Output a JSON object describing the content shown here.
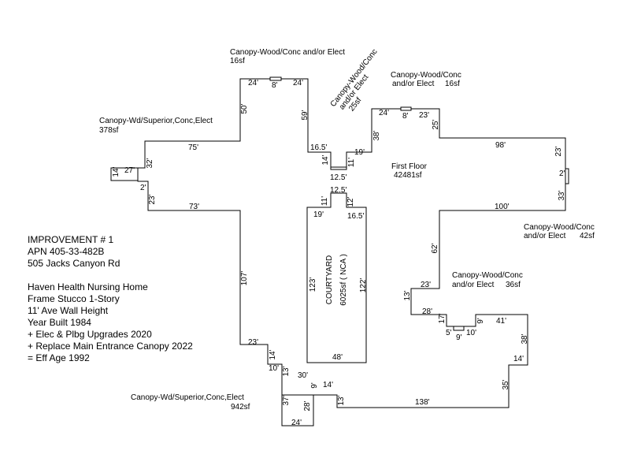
{
  "info": [
    "IMPROVEMENT # 1",
    "APN 405-33-482B",
    "505 Jacks Canyon Rd",
    "",
    "Haven Health Nursing Home",
    "Frame Stucco 1-Story",
    "11' Ave Wall Height",
    "Year Built 1984",
    "+ Elec & Plbg Upgrades 2020",
    "+ Replace Main Entrance Canopy 2022",
    "= Eff Age 1992"
  ],
  "areas": {
    "first_floor": {
      "name": "First Floor",
      "size": "42481sf"
    },
    "courtyard": {
      "name": "COURTYARD",
      "size": "6025sf  ( NCA )"
    }
  },
  "canopies": {
    "top_center": {
      "line1": "Canopy-Wood/Conc and/or Elect",
      "line2": "16sf"
    },
    "diagonal": {
      "line1": "Canopy-Wood/Conc",
      "line2": "and/or Elect",
      "line3": "25sf"
    },
    "top_right": {
      "line1": "Canopy-Wood/Conc",
      "line2": "and/or Elect",
      "size": "16sf"
    },
    "left": {
      "line1": "Canopy-Wd/Superior,Conc,Elect",
      "line2": "378sf"
    },
    "right": {
      "line1": "Canopy-Wood/Conc",
      "line2": "and/or Elect",
      "size": "42sf"
    },
    "lower_right": {
      "line1": "Canopy-Wood/Conc",
      "line2": "and/or Elect",
      "size": "36sf"
    },
    "bottom": {
      "line1": "Canopy-Wd/Superior,Conc,Elect",
      "line2": "942sf"
    }
  },
  "dims": {
    "d_24a": "24'",
    "d_8a": "8'",
    "d_24b": "24'",
    "d_50": "50'",
    "d_59": "59'",
    "d_75": "75'",
    "d_32": "32'",
    "d_14a": "14'",
    "d_27": "27'",
    "d_2a": "2'",
    "d_23a": "23'",
    "d_73": "73'",
    "d_107": "107'",
    "d_23b": "23'",
    "d_14b": "14'",
    "d_10a": "10'",
    "d_13a": "13'",
    "d_30": "30'",
    "d_37": "37'",
    "d_9a": "9'",
    "d_28a": "28'",
    "d_24c": "24'",
    "d_14c": "14'",
    "d_13b": "13'",
    "d_138": "138'",
    "d_35": "35'",
    "d_14d": "14'",
    "d_38a": "38'",
    "d_41": "41'",
    "d_9b": "9'",
    "d_10b": "10'",
    "d_9c": "9'",
    "d_5": "5'",
    "d_17": "17'",
    "d_28b": "28'",
    "d_13c": "13'",
    "d_23c": "23'",
    "d_62": "62'",
    "d_100": "100'",
    "d_33": "33'",
    "d_2b": "2'",
    "d_23d": "23'",
    "d_98": "98'",
    "d_25": "25'",
    "d_23e": "23'",
    "d_8b": "8'",
    "d_24d": "24'",
    "d_38b": "38'",
    "d_19a": "19'",
    "d_11a": "11'",
    "d_16_5a": "16.5'",
    "d_14e": "14'",
    "d_12_5a": "12.5'",
    "d_12_5b": "12.5'",
    "d_11b": "11'",
    "d_12": "12'",
    "d_19b": "19'",
    "d_16_5b": "16.5'",
    "d_123": "123'",
    "d_122": "122'",
    "d_48": "48'"
  }
}
